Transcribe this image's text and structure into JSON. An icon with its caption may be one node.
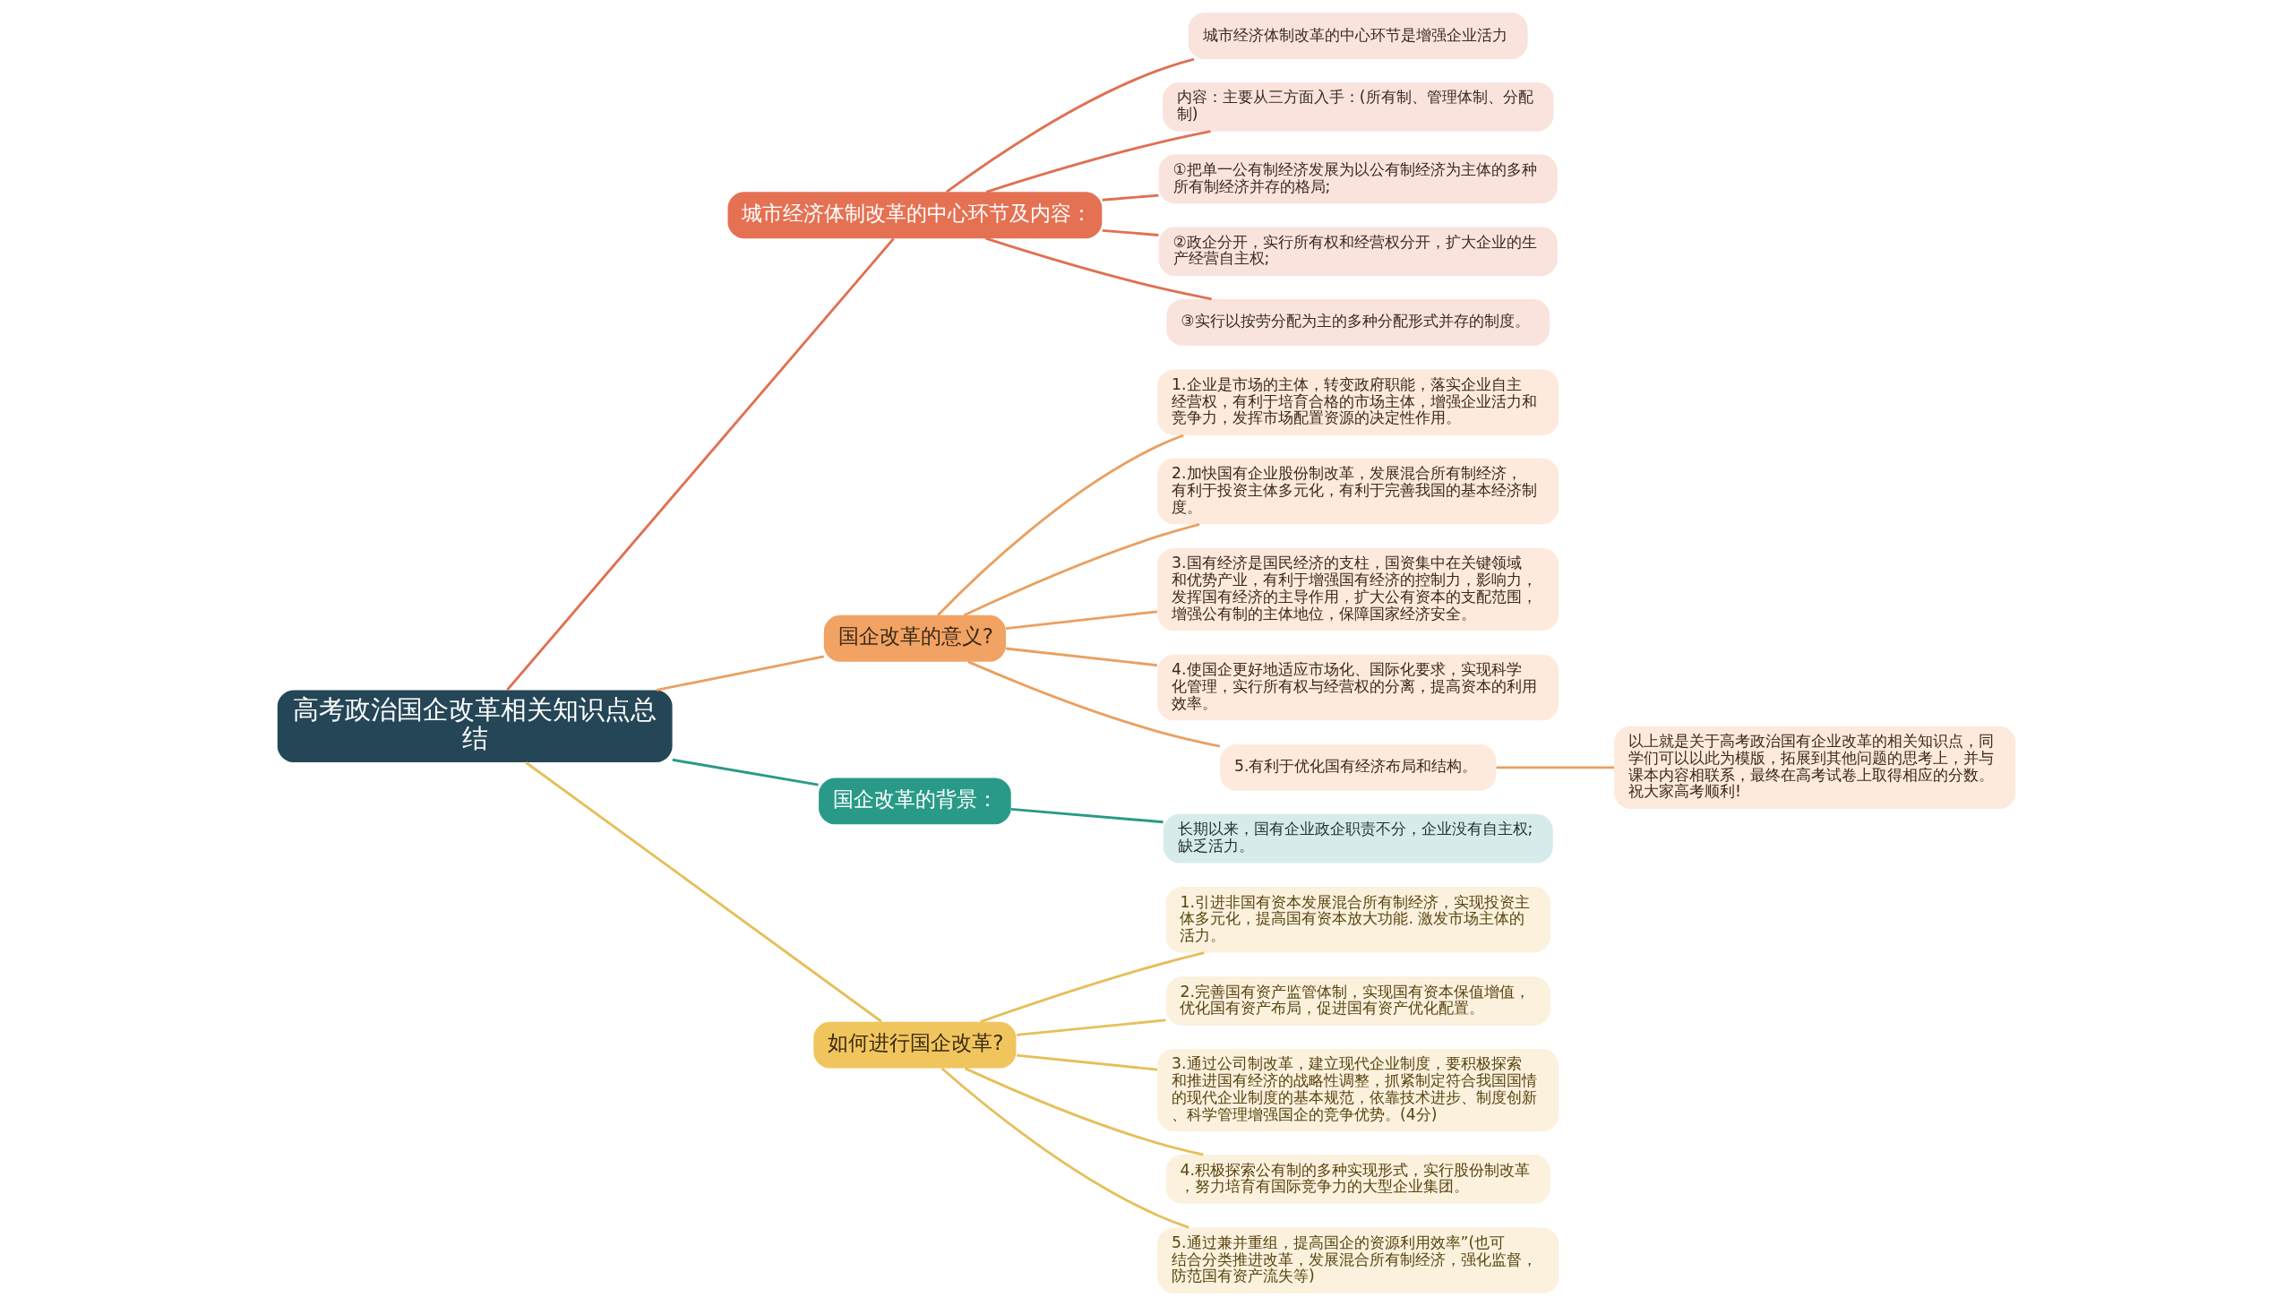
{
  "diagram": {
    "nodes": [
      {
        "text": [
          "高考政治国企改革相关知识点总结"
        ]
      },
      {
        "text": [
          "城市经济体制改革的中心环节及内容："
        ]
      },
      {
        "text": [
          "城市经济体制改革的中心环节是增强企业活力"
        ]
      },
      {
        "text": [
          "内容：主要从三方面入手：(所有制、管理体制、分配制)"
        ]
      },
      {
        "text": [
          "①把单一公有制经济发展为以公有制经济为主体的多种所有制经济并存的格局;"
        ]
      },
      {
        "text": [
          "②政企分开，实行所有权和经营权分开，扩大企业的生产经营自主权;"
        ]
      },
      {
        "text": [
          "③实行以按劳分配为主的多种分配形式并存的制度。"
        ]
      },
      {
        "text": [
          "国企改革的意义?"
        ]
      },
      {
        "text": [
          "1.企业是市场的主体，转变政府职能，落实企业自主经营权，有利于培育合格的市场主体，增强企业活力和竞争力，发挥市场配置资源的决定性作用。"
        ]
      },
      {
        "text": [
          "2.加快国有企业股份制改革，发展混合所有制经济，有利于投资主体多元化，有利于完善我国的基本经济制度。"
        ]
      },
      {
        "text": [
          "3.国有经济是国民经济的支柱，国资集中在关键领域和优势产业，有利于增强国有经济的控制力，影响力，发挥国有经济的主导作用，扩大公有资本的支配范围，增强公有制的主体地位，保障国家经济安全。"
        ]
      },
      {
        "text": [
          "4.使国企更好地适应市场化、国际化要求，实现科学化管理，实行所有权与经营权的分离，提高资本的利用效率。"
        ]
      },
      {
        "text": [
          "5.有利于优化国有经济布局和结构。"
        ]
      },
      {
        "text": [
          "以上就是关于高考政治国有企业改革的相关知识点，同学们可以以此为模版，拓展到其他问题的思考上，并与课本内容相联系，最终在高考试卷上取得相应的分数。祝大家高考顺利!"
        ]
      },
      {
        "text": [
          "国企改革的背景："
        ]
      },
      {
        "text": [
          "长期以来，国有企业政企职责不分，企业没有自主权;缺乏活力。"
        ]
      },
      {
        "text": [
          "如何进行国企改革?"
        ]
      },
      {
        "text": [
          "1.引进非国有资本发展混合所有制经济，实现投资主体多元化，提高国有资本放大功能. 激发市场主体的活力。"
        ]
      },
      {
        "text": [
          "2.完善国有资产监管体制，实现国有资本保值增值，优化国有资产布局，促进国有资产优化配置。"
        ]
      },
      {
        "text": [
          "3.通过公司制改革，建立现代企业制度，要积极探索和推进国有经济的战略性调整，抓紧制定符合我国国情的现代企业制度的基本规范，依靠技术进步、制度创新、科学管理增强国企的竞争优势。(4分)"
        ]
      },
      {
        "text": [
          "4.积极探索公有制的多种实现形式，实行股份制改革，努力培育有国际竞争力的大型企业集团。"
        ]
      },
      {
        "text": [
          "5.通过兼并重组，提高国企的资源利用效率”(也可结合分类推进改革，发展混合所有制经济，强化监督，防范国有资产流失等)"
        ]
      }
    ],
    "edges": [
      {
        "from": 0,
        "to": 1,
        "arrow": "none",
        "color": "#e07052"
      },
      {
        "from": 1,
        "to": 2,
        "arrow": "none",
        "color": "#e07052"
      },
      {
        "from": 1,
        "to": 3,
        "arrow": "none",
        "color": "#e07052"
      },
      {
        "from": 1,
        "to": 4,
        "arrow": "none",
        "color": "#e07052"
      },
      {
        "from": 1,
        "to": 5,
        "arrow": "none",
        "color": "#e07052"
      },
      {
        "from": 1,
        "to": 6,
        "arrow": "none",
        "color": "#e07052"
      },
      {
        "from": 0,
        "to": 7,
        "arrow": "none",
        "color": "#eaa060"
      },
      {
        "from": 7,
        "to": 8,
        "arrow": "none",
        "color": "#eaa060"
      },
      {
        "from": 7,
        "to": 9,
        "arrow": "none",
        "color": "#eaa060"
      },
      {
        "from": 7,
        "to": 10,
        "arrow": "none",
        "color": "#eaa060"
      },
      {
        "from": 7,
        "to": 11,
        "arrow": "none",
        "color": "#eaa060"
      },
      {
        "from": 7,
        "to": 12,
        "arrow": "none",
        "color": "#eaa060"
      },
      {
        "from": 12,
        "to": 13,
        "arrow": "none",
        "color": "#eaa060"
      },
      {
        "from": 0,
        "to": 14,
        "arrow": "none",
        "color": "#2a9a88"
      },
      {
        "from": 14,
        "to": 15,
        "arrow": "none",
        "color": "#2a9a88"
      },
      {
        "from": 0,
        "to": 16,
        "arrow": "none",
        "color": "#e6bf5a"
      },
      {
        "from": 16,
        "to": 17,
        "arrow": "none",
        "color": "#e6bf5a"
      },
      {
        "from": 16,
        "to": 18,
        "arrow": "none",
        "color": "#e6bf5a"
      },
      {
        "from": 16,
        "to": 19,
        "arrow": "none",
        "color": "#e6bf5a"
      },
      {
        "from": 16,
        "to": 20,
        "arrow": "none",
        "color": "#e6bf5a"
      },
      {
        "from": 16,
        "to": 21,
        "arrow": "none",
        "color": "#e6bf5a"
      }
    ]
  }
}
